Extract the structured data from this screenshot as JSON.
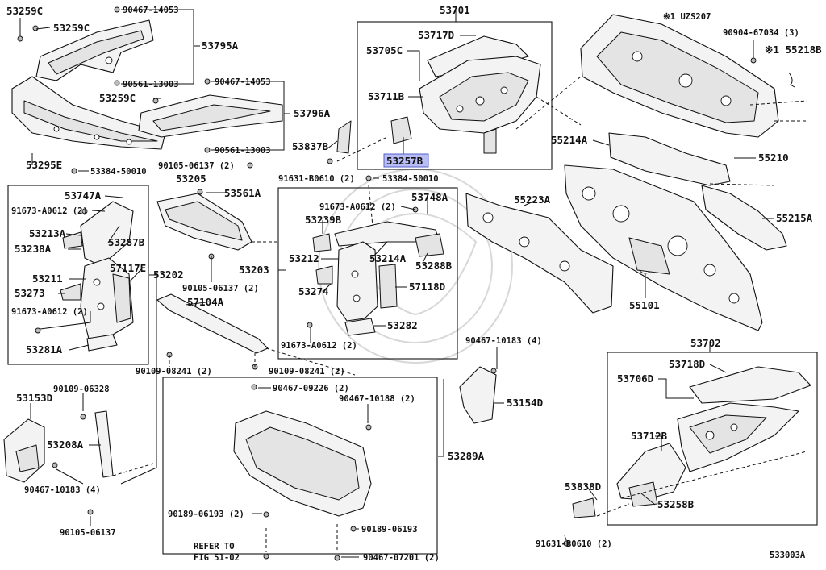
{
  "diagram": {
    "figure_id": "533003A",
    "variant_note": "※1 UZS207",
    "refer_note_line1": "REFER TO",
    "refer_note_line2": "FIG 51-02",
    "highlight_color": "#b9bdf5",
    "highlighted_part": "53257B",
    "labels": {
      "p53259C_a": "53259C",
      "p53259C_b": "53259C",
      "p90467_14053_a": "90467-14053",
      "p53795A": "53795A",
      "p90561_13003_a": "90561-13003",
      "p53259C_c": "53259C",
      "p90467_14053_b": "90467-14053",
      "p53796A": "53796A",
      "p90561_13003_b": "90561-13003",
      "p53295E": "53295E",
      "p53384_50010_a": "53384-50010",
      "p90105_06137_2a": "90105-06137 (2)",
      "p53205": "53205",
      "p53561A": "53561A",
      "p53747A": "53747A",
      "p91673_A0612_2a": "91673-A0612 (2)",
      "p53213A": "53213A",
      "p53287B": "53287B",
      "p53238A": "53238A",
      "p57117E": "57117E",
      "p53211": "53211",
      "p53273": "53273",
      "p91673_A0612_2b": "91673-A0612 (2)",
      "p53281A": "53281A",
      "p53202": "53202",
      "p90105_06137_2b": "90105-06137 (2)",
      "p57104A": "57104A",
      "p90109_08241_2a": "90109-08241 (2)",
      "p90109_08241_2b": "90109-08241 (2)",
      "p53701": "53701",
      "p53717D": "53717D",
      "p53705C": "53705C",
      "p53711B": "53711B",
      "p53837B": "53837B",
      "p53257B": "53257B",
      "p91631_B0610_2a": "91631-B0610 (2)",
      "p53384_50010_b": "53384-50010",
      "p91673_A0612_2c": "91673-A0612 (2)",
      "p53748A": "53748A",
      "p53239B": "53239B",
      "p53203": "53203",
      "p53212": "53212",
      "p53214A": "53214A",
      "p53288B": "53288B",
      "p53274": "53274",
      "p57118D": "57118D",
      "p53282": "53282",
      "p91673_A0612_2d": "91673-A0612 (2)",
      "p90904_67034": "90904-67034 (3)",
      "p55218B": "※1 55218B",
      "p55214A": "55214A",
      "p55210": "55210",
      "p55223A": "55223A",
      "p55215A": "55215A",
      "p55101": "55101",
      "p90467_10183_4a": "90467-10183 (4)",
      "p53154D": "53154D",
      "p53702": "53702",
      "p53718D": "53718D",
      "p53706D": "53706D",
      "p53712B": "53712B",
      "p53838D": "53838D",
      "p53258B": "53258B",
      "p91631_B0610_2b": "91631-B0610 (2)",
      "p53153D": "53153D",
      "p90109_06328": "90109-06328",
      "p53208A": "53208A",
      "p90467_10183_4b": "90467-10183 (4)",
      "p90105_06137": "90105-06137",
      "p90467_09226": "90467-09226 (2)",
      "p90467_10188": "90467-10188 (2)",
      "p53289A": "53289A",
      "p90189_06193_2": "90189-06193 (2)",
      "p90189_06193": "90189-06193",
      "p90467_07201": "90467-07201 (2)"
    }
  }
}
